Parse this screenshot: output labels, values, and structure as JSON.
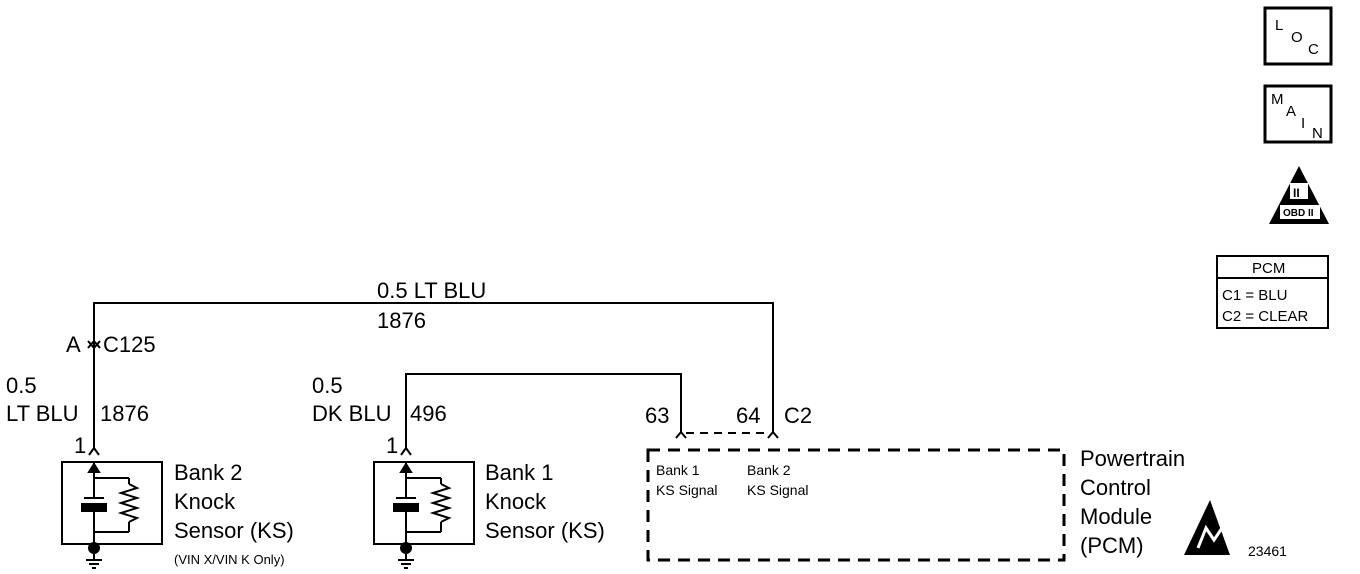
{
  "wire_top": {
    "gauge_color": "0.5 LT BLU",
    "circuit": "1876"
  },
  "connector_c125": {
    "pin": "A",
    "name": "C125"
  },
  "bank2_wire": {
    "gauge": "0.5",
    "color": "LT BLU",
    "circuit": "1876",
    "pin": "1"
  },
  "bank1_wire": {
    "gauge": "0.5",
    "color": "DK BLU",
    "circuit": "496",
    "pin": "1"
  },
  "pcm_pins": {
    "pin_a": "63",
    "pin_b": "64",
    "connector": "C2"
  },
  "bank2_sensor": {
    "line1": "Bank 2",
    "line2": "Knock",
    "line3": "Sensor (KS)",
    "note": "(VIN X/VIN K Only)"
  },
  "bank1_sensor": {
    "line1": "Bank 1",
    "line2": "Knock",
    "line3": "Sensor (KS)"
  },
  "pcm_inputs": {
    "bank1": {
      "line1": "Bank 1",
      "line2": "KS Signal"
    },
    "bank2": {
      "line1": "Bank 2",
      "line2": "KS Signal"
    }
  },
  "pcm_label": {
    "line1": "Powertrain",
    "line2": "Control",
    "line3": "Module",
    "line4": "(PCM)"
  },
  "figure_number": "23461",
  "icons": {
    "loc": {
      "l": "L",
      "o": "O",
      "c": "C"
    },
    "main": {
      "m": "M",
      "a": "A",
      "i": "I",
      "n": "N"
    },
    "obd": {
      "roman": "II",
      "label": "OBD II"
    }
  },
  "pcm_legend": {
    "title": "PCM",
    "row1": "C1 = BLU",
    "row2": "C2 = CLEAR"
  }
}
